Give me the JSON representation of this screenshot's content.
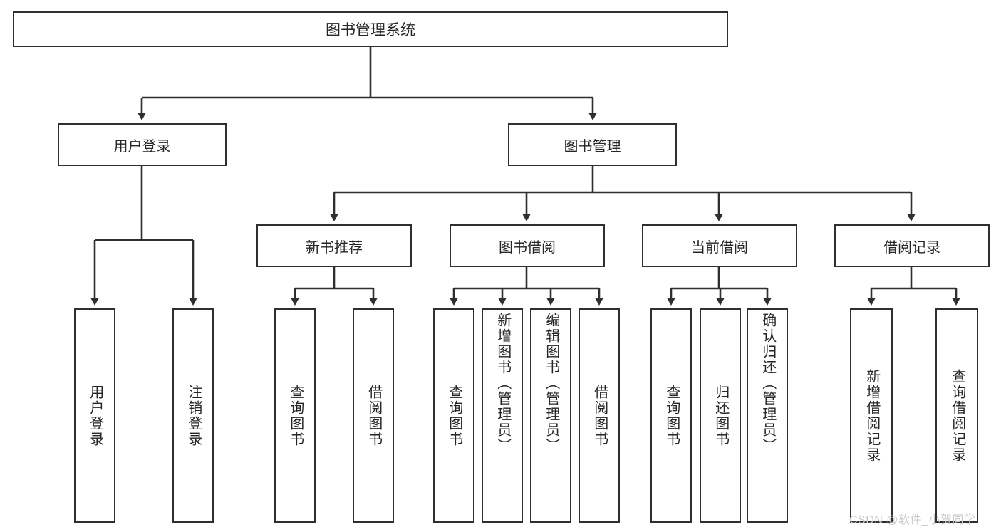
{
  "diagram": {
    "title": "图书管理系统",
    "root": {
      "label": "图书管理系统"
    },
    "level2": [
      {
        "label": "用户登录"
      },
      {
        "label": "图书管理"
      }
    ],
    "level3": [
      {
        "label": "新书推荐"
      },
      {
        "label": "图书借阅"
      },
      {
        "label": "当前借阅"
      },
      {
        "label": "借阅记录"
      }
    ],
    "leaves": [
      {
        "label": "用户登录",
        "parent": "用户登录"
      },
      {
        "label": "注销登录",
        "parent": "用户登录"
      },
      {
        "label": "查询图书",
        "parent": "新书推荐"
      },
      {
        "label": "借阅图书",
        "parent": "新书推荐"
      },
      {
        "label": "查询图书",
        "parent": "图书借阅"
      },
      {
        "label": "新增图书（管理员）",
        "parent": "图书借阅"
      },
      {
        "label": "编辑图书（管理员）",
        "parent": "图书借阅"
      },
      {
        "label": "借阅图书",
        "parent": "图书借阅"
      },
      {
        "label": "查询图书",
        "parent": "当前借阅"
      },
      {
        "label": "归还图书",
        "parent": "当前借阅"
      },
      {
        "label": "确认归还（管理员）",
        "parent": "当前借阅"
      },
      {
        "label": "新增借阅记录",
        "parent": "借阅记录"
      },
      {
        "label": "查询借阅记录",
        "parent": "借阅记录"
      }
    ]
  },
  "watermark": {
    "text": "CSDN @软件_小贺同学"
  },
  "colors": {
    "background": "#ffffff",
    "box_border": "#2f2f2f",
    "box_fill": "#ffffff",
    "text": "#262626",
    "edge": "#2f2f2f",
    "watermark": "#c9c9c9"
  }
}
